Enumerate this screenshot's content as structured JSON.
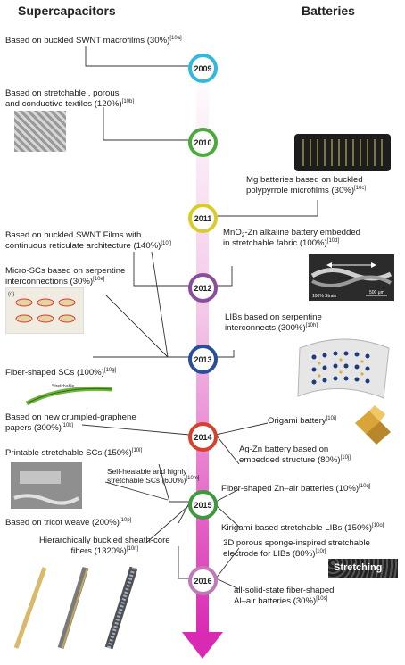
{
  "headers": {
    "left": "Supercapacitors",
    "right": "Batteries"
  },
  "years": [
    {
      "label": "2009",
      "color": "#33b8df"
    },
    {
      "label": "2010",
      "color": "#4aaa3a"
    },
    {
      "label": "2011",
      "color": "#d8cc2a"
    },
    {
      "label": "2012",
      "color": "#8b4c9e"
    },
    {
      "label": "2013",
      "color": "#2a4f9a"
    },
    {
      "label": "2014",
      "color": "#d8402a"
    },
    {
      "label": "2015",
      "color": "#3c9a3c"
    },
    {
      "label": "2016",
      "color": "#c07ab8"
    }
  ],
  "supercapacitors": [
    {
      "text": "Based on buckled SWNT macrofilms (30%)",
      "ref": "[10a]"
    },
    {
      "line1": "Based on stretchable , porous",
      "line2": "and conductive textiles (120%)",
      "ref": "[10b]"
    },
    {
      "line1": "Based on buckled SWNT Films with",
      "line2": "continuous reticulate architecture (140%)",
      "ref": "[10f]"
    },
    {
      "line1": "Micro-SCs based on serpentine",
      "line2": "interconnections (30%)",
      "ref": "[10e]"
    },
    {
      "text": "Fiber-shaped SCs (100%)",
      "ref": "[10g]"
    },
    {
      "line1": "Based on new crumpled-graphene",
      "line2": "papers (300%)",
      "ref": "[10k]"
    },
    {
      "text": "Printable stretchable SCs (150%)",
      "ref": "[10l]"
    },
    {
      "line1": "Self-healable and highly",
      "line2": "stretchable SCs (600%)",
      "ref": "[10m]"
    },
    {
      "text": "Based on tricot weave (200%)",
      "ref": "[10p]"
    },
    {
      "line1": "Hierarchically buckled sheath-core",
      "line2": "fibers (1320%)",
      "ref": "[10n]"
    }
  ],
  "batteries": [
    {
      "line1": "Mg batteries based on buckled",
      "line2": "polypyrrole microfilms (30%)",
      "ref": "[10c]"
    },
    {
      "line1_a": "MnO",
      "line1_sub": "2",
      "line1_b": "-Zn alkaline battery embedded",
      "line2": "in stretchable fabric (100%)",
      "ref": "[10d]"
    },
    {
      "line1": "LIBs based on serpentine",
      "line2": "interconnects (300%)",
      "ref": "[10h]"
    },
    {
      "text": "Origami battery",
      "ref": "[10i]"
    },
    {
      "line1": "Ag-Zn battery based on",
      "line2": "embedded structure (80%)",
      "ref": "[10j]"
    },
    {
      "text": "Fiber-shaped Zn–air batteries (10%)",
      "ref": "[10q]"
    },
    {
      "text": "Kirigami-based stretchable LIBs (150%)",
      "ref": "[10o]"
    },
    {
      "line1": "3D porous sponge-inspired stretchable",
      "line2": "electrode for LIBs (80%)",
      "ref": "[10r]"
    },
    {
      "line1": "all-solid-state fiber-shaped",
      "line2": "Al–air batteries (30%)",
      "ref": "[10s]"
    }
  ],
  "image_labels": {
    "stretching": "Stretching",
    "strain": "100% Strain",
    "scale": "500 μm",
    "panel_d": "(d)",
    "fiber_label": "Stretchable"
  }
}
